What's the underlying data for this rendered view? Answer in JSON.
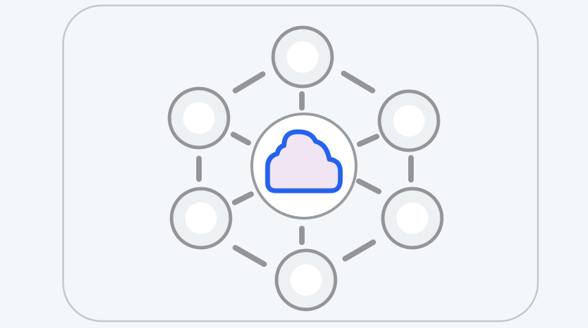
{
  "diagram": {
    "hub": {
      "icon": "cloud-icon",
      "icon_stroke": "#2563eb",
      "icon_fill": "#f1e4f3",
      "ring_color": "#999b9e",
      "fill": "#ffffff"
    },
    "nodes": [
      {
        "id": "node-top"
      },
      {
        "id": "node-upper-right"
      },
      {
        "id": "node-lower-right"
      },
      {
        "id": "node-bottom"
      },
      {
        "id": "node-lower-left"
      },
      {
        "id": "node-upper-left"
      }
    ],
    "colors": {
      "background": "#f4f7fa",
      "card_border": "#c3c6ca",
      "node_ring": "#939598",
      "node_inner": "#ffffff",
      "node_halo": "#eef1f4",
      "connector": "#939598"
    }
  }
}
